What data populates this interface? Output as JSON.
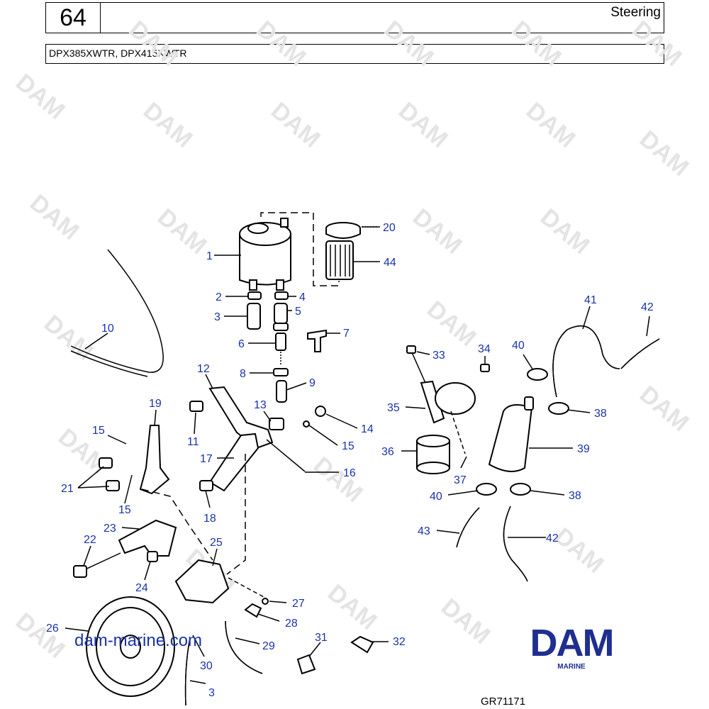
{
  "header": {
    "page_number": "64",
    "title": "Steering",
    "models": "DPX385XWTR, DPX415XWTR"
  },
  "watermark": "DAM",
  "logo": {
    "main": "DAM",
    "sub": "MARINE",
    "color": "#1f2f8f"
  },
  "website": "dam-marine.com",
  "reference_code": "GR71171",
  "callout_color": "#1a33a8",
  "callouts": [
    {
      "id": "c1",
      "text": "1"
    },
    {
      "id": "c2",
      "text": "2"
    },
    {
      "id": "c3a",
      "text": "3"
    },
    {
      "id": "c4",
      "text": "4"
    },
    {
      "id": "c5",
      "text": "5"
    },
    {
      "id": "c6",
      "text": "6"
    },
    {
      "id": "c7",
      "text": "7"
    },
    {
      "id": "c8",
      "text": "8"
    },
    {
      "id": "c9",
      "text": "9"
    },
    {
      "id": "c10",
      "text": "10"
    },
    {
      "id": "c11",
      "text": "11"
    },
    {
      "id": "c12",
      "text": "12"
    },
    {
      "id": "c13",
      "text": "13"
    },
    {
      "id": "c14",
      "text": "14"
    },
    {
      "id": "c15a",
      "text": "15"
    },
    {
      "id": "c15b",
      "text": "15"
    },
    {
      "id": "c15c",
      "text": "15"
    },
    {
      "id": "c16",
      "text": "16"
    },
    {
      "id": "c17",
      "text": "17"
    },
    {
      "id": "c18",
      "text": "18"
    },
    {
      "id": "c19",
      "text": "19"
    },
    {
      "id": "c20",
      "text": "20"
    },
    {
      "id": "c21",
      "text": "21"
    },
    {
      "id": "c22",
      "text": "22"
    },
    {
      "id": "c23",
      "text": "23"
    },
    {
      "id": "c24",
      "text": "24"
    },
    {
      "id": "c25",
      "text": "25"
    },
    {
      "id": "c26",
      "text": "26"
    },
    {
      "id": "c27",
      "text": "27"
    },
    {
      "id": "c28",
      "text": "28"
    },
    {
      "id": "c29",
      "text": "29"
    },
    {
      "id": "c30",
      "text": "30"
    },
    {
      "id": "c3b",
      "text": "3"
    },
    {
      "id": "c31",
      "text": "31"
    },
    {
      "id": "c32",
      "text": "32"
    },
    {
      "id": "c33",
      "text": "33"
    },
    {
      "id": "c34",
      "text": "34"
    },
    {
      "id": "c35",
      "text": "35"
    },
    {
      "id": "c36",
      "text": "36"
    },
    {
      "id": "c37",
      "text": "37"
    },
    {
      "id": "c38a",
      "text": "38"
    },
    {
      "id": "c38b",
      "text": "38"
    },
    {
      "id": "c39",
      "text": "39"
    },
    {
      "id": "c40a",
      "text": "40"
    },
    {
      "id": "c40b",
      "text": "40"
    },
    {
      "id": "c41",
      "text": "41"
    },
    {
      "id": "c42a",
      "text": "42"
    },
    {
      "id": "c42b",
      "text": "42"
    },
    {
      "id": "c43",
      "text": "43"
    },
    {
      "id": "c44",
      "text": "44"
    }
  ]
}
